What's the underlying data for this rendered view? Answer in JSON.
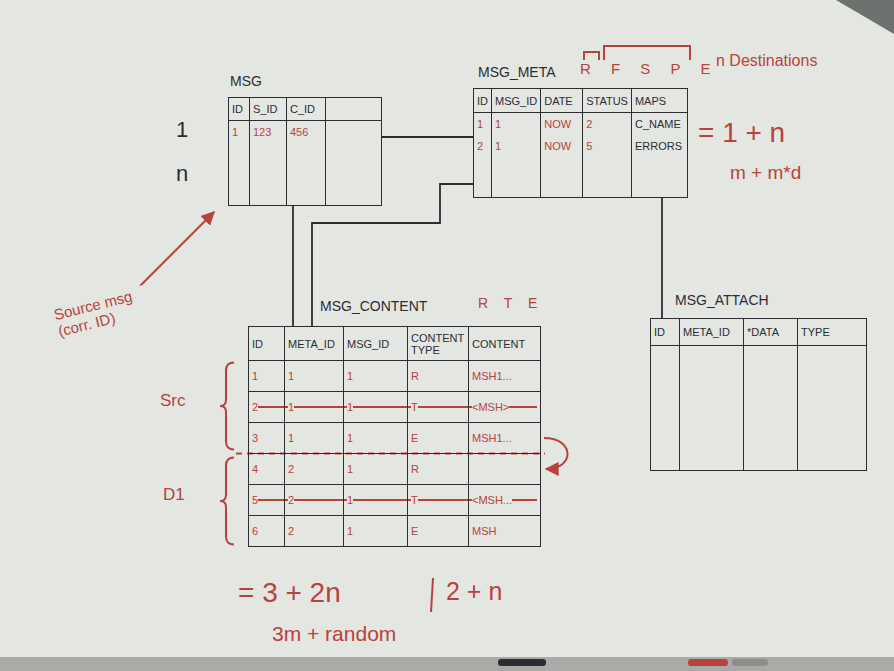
{
  "diagram": {
    "nodes": [
      {
        "text": [
          "MSG"
        ]
      },
      {
        "text": [
          "MSG_META"
        ]
      },
      {
        "text": [
          "MSG_CONTENT"
        ]
      },
      {
        "text": [
          "MSG_ATTACH"
        ]
      }
    ],
    "edges": [
      {
        "from": 0,
        "to": 1,
        "arrow": "none"
      },
      {
        "from": 0,
        "to": 2,
        "arrow": "none"
      },
      {
        "from": 1,
        "to": 2,
        "arrow": "none"
      },
      {
        "from": 1,
        "to": 3,
        "arrow": "none"
      }
    ],
    "labels": [
      "R F S P E",
      "n Destinations",
      "1",
      "n",
      "ID",
      "S_ID",
      "C_ID",
      "1",
      "123",
      "456",
      "ID",
      "MSG_ID",
      "DATE",
      "STATUS",
      "MAPS",
      "1",
      "1",
      "NOW",
      "2",
      "C_NAME",
      "2",
      "1",
      "NOW",
      "5",
      "ERRORS",
      "= 1 + n",
      "m + m*d",
      "Source msg (corr. ID)",
      "R T E",
      "ID",
      "META_ID",
      "MSG_ID",
      "CONTENT TYPE",
      "CONTENT",
      "1",
      "1",
      "1",
      "R",
      "MSH1...",
      "2",
      "1",
      "1",
      "T",
      "<MSH>",
      "3",
      "1",
      "1",
      "E",
      "MSH1...",
      "4",
      "2",
      "1",
      "R",
      "5",
      "2",
      "1",
      "T",
      "<MSH...",
      "6",
      "2",
      "1",
      "E",
      "MSH",
      "ID",
      "META_ID",
      "*DATA",
      "TYPE",
      "Src",
      "D1",
      "= 3 + 2n",
      "3m + random",
      "2 + n"
    ]
  }
}
